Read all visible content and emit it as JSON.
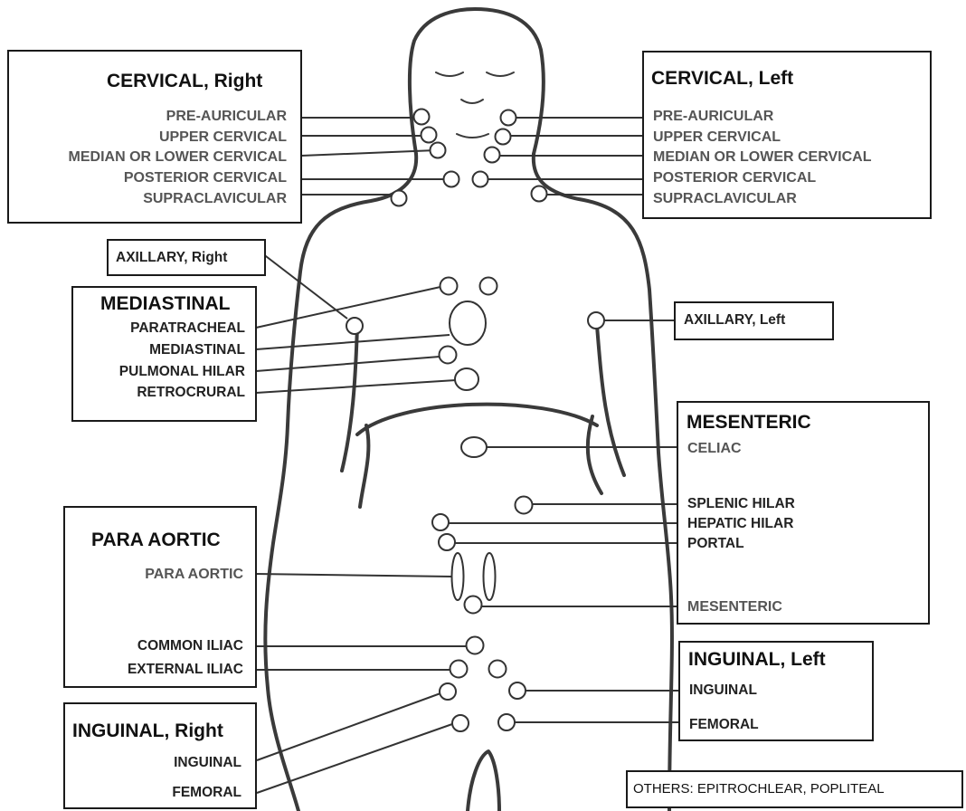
{
  "cervical_right": {
    "title": "CERVICAL, Right",
    "items": [
      "PRE-AURICULAR",
      "UPPER CERVICAL",
      "MEDIAN OR LOWER CERVICAL",
      "POSTERIOR CERVICAL",
      "SUPRACLAVICULAR"
    ]
  },
  "cervical_left": {
    "title": "CERVICAL, Left",
    "items": [
      "PRE-AURICULAR",
      "UPPER CERVICAL",
      "MEDIAN OR LOWER CERVICAL",
      "POSTERIOR CERVICAL",
      "SUPRACLAVICULAR"
    ]
  },
  "axillary_right": {
    "title": "AXILLARY, Right"
  },
  "axillary_left": {
    "title": "AXILLARY, Left"
  },
  "mediastinal": {
    "title": "MEDIASTINAL",
    "items": [
      "PARATRACHEAL",
      "MEDIASTINAL",
      "PULMONAL HILAR",
      "RETROCRURAL"
    ]
  },
  "mesenteric": {
    "title": "MESENTERIC",
    "items": [
      "CELIAC",
      "SPLENIC HILAR",
      "HEPATIC HILAR",
      "PORTAL",
      "MESENTERIC"
    ]
  },
  "para_aortic": {
    "title": "PARA AORTIC",
    "items": [
      "PARA AORTIC",
      "COMMON ILIAC",
      "EXTERNAL ILIAC"
    ]
  },
  "inguinal_left": {
    "title": "INGUINAL, Left",
    "items": [
      "INGUINAL",
      "FEMORAL"
    ]
  },
  "inguinal_right": {
    "title": "INGUINAL, Right",
    "items": [
      "INGUINAL",
      "FEMORAL"
    ]
  },
  "others": {
    "text": "OTHERS: EPITROCHLEAR, POPLITEAL"
  },
  "colors": {
    "line": "#333333",
    "outline": "#3a3a3a",
    "box_border": "#1a1a1a"
  }
}
